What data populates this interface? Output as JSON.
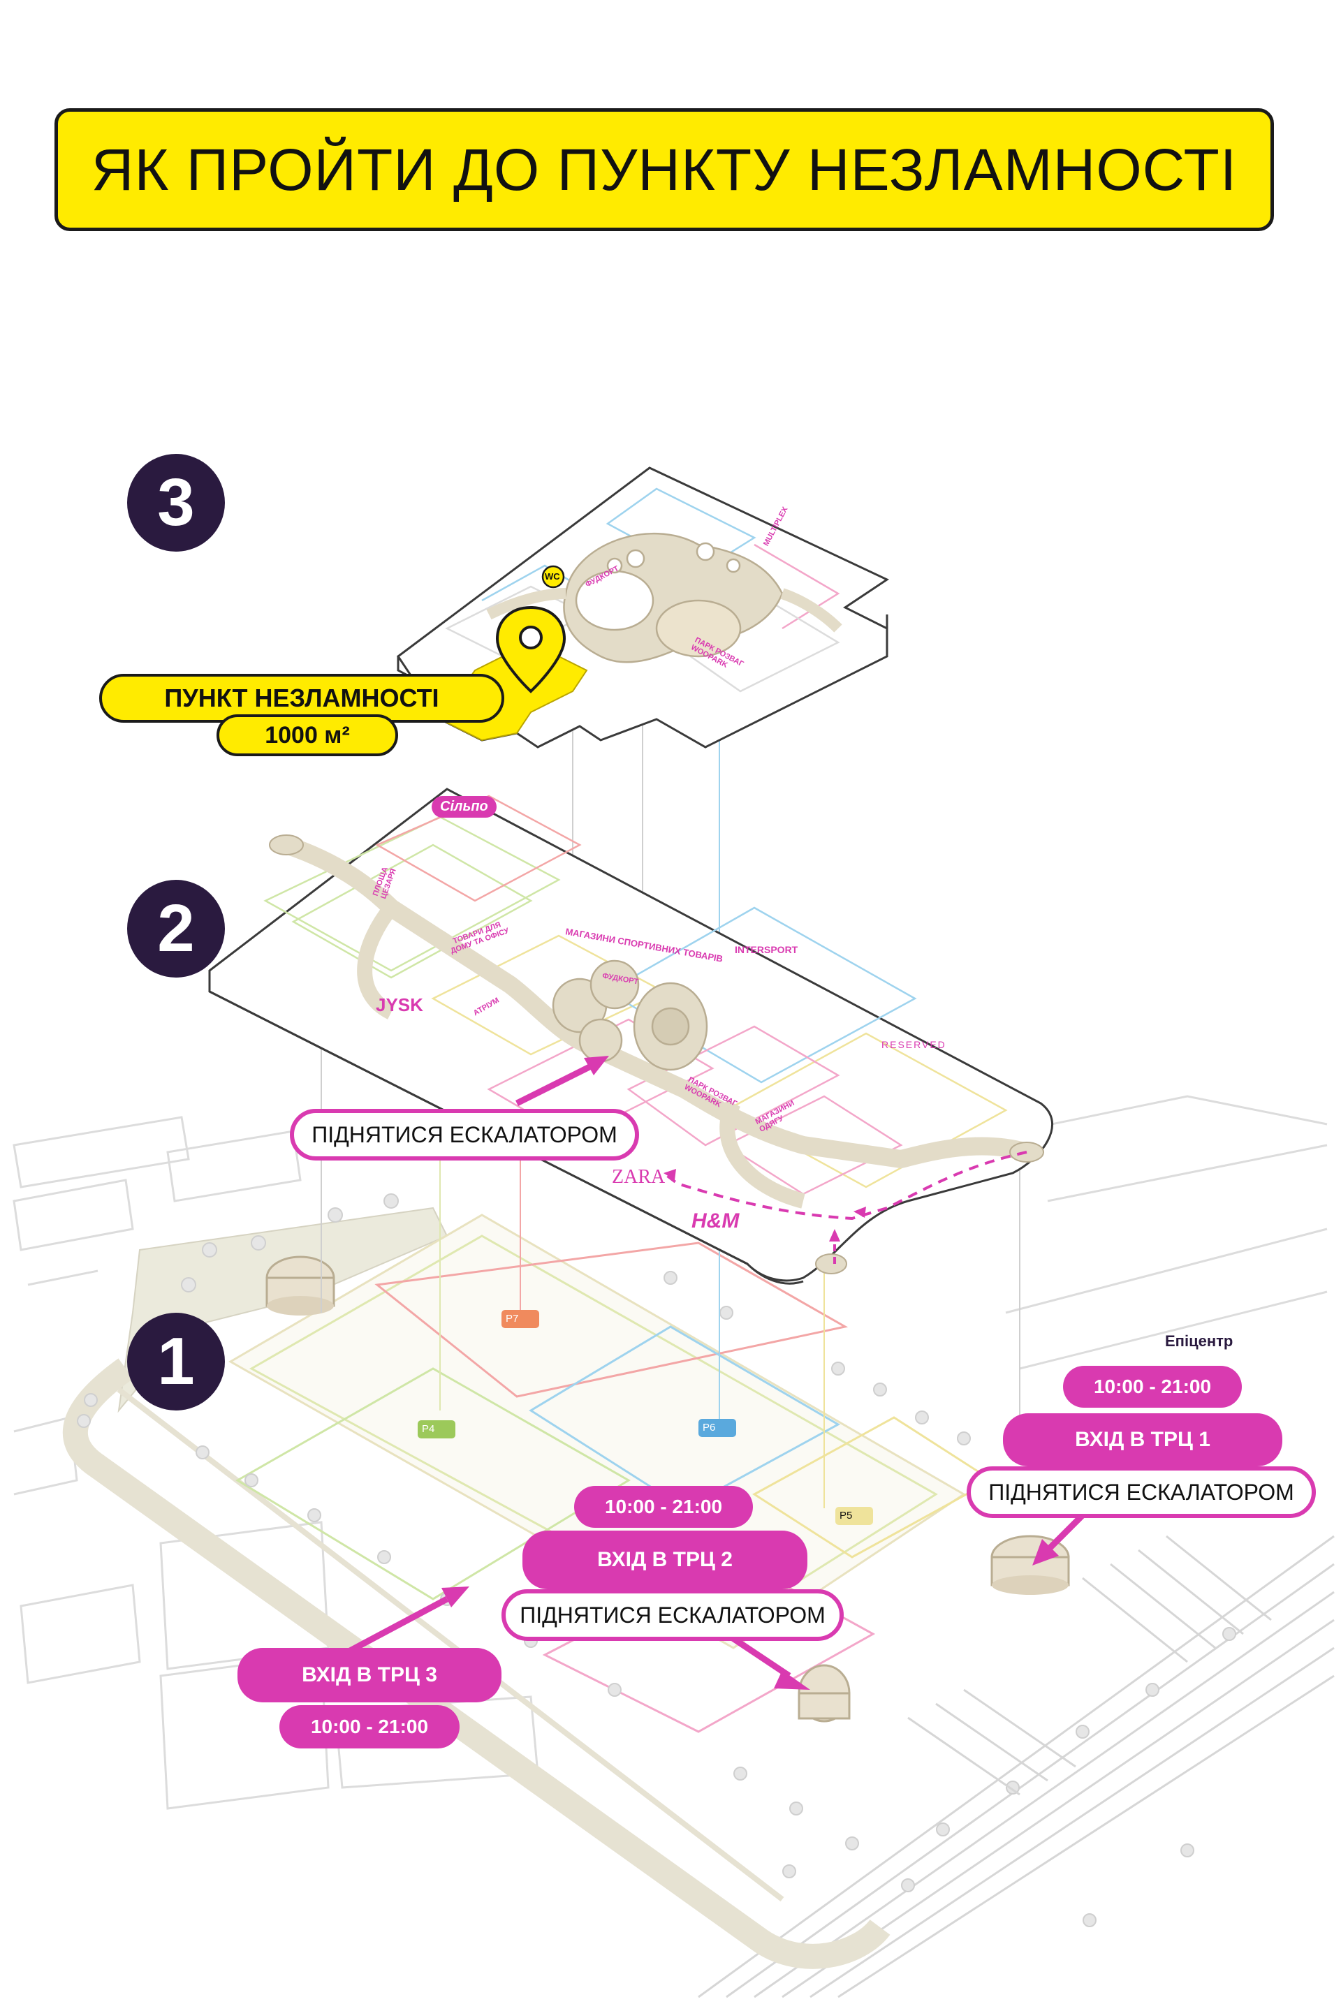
{
  "title": "ЯК ПРОЙТИ ДО ПУНКТУ НЕЗЛАМНОСТІ",
  "floors": {
    "f3": "3",
    "f2": "2",
    "f1": "1"
  },
  "point": {
    "name": "ПУНКТ НЕЗЛАМНОСТІ",
    "area": "1000 м²",
    "wc": "WC"
  },
  "floor3_labels": {
    "food": "ФУДКОРТ",
    "park": "ПАРК РОЗВАГ WOOPARK",
    "cinema": "MULTIPLEX"
  },
  "floor2_labels": {
    "silpo": "Сільпо",
    "jysk": "JYSK",
    "intersport": "INTERSPORT",
    "reserved": "RESERVED",
    "zara": "ZARA",
    "hm": "H&M",
    "sport": "МАГАЗИНИ СПОРТИВНИХ ТОВАРІВ",
    "food": "ФУДКОРТ",
    "home": "ТОВАРИ ДЛЯ ДОМУ ТА ОФІСУ",
    "square": "ПЛОЩА ЦЕЗАРЯ",
    "atrium": "АТРІУМ",
    "park": "ПАРК РОЗВАГ WOOPARK",
    "clothes": "МАГАЗИНИ ОДЯГУ"
  },
  "parking": {
    "p7": "P7",
    "p4": "P4",
    "p6": "P6",
    "p5": "P5"
  },
  "epicentr": "Епіцентр",
  "escalator_floor2": "ПІДНЯТИСЯ ЕСКАЛАТОРОМ",
  "entrances": [
    {
      "name": "ВХІД В ТРЦ 1",
      "hours": "10:00 - 21:00",
      "action": "ПІДНЯТИСЯ ЕСКАЛАТОРОМ"
    },
    {
      "name": "ВХІД В ТРЦ 2",
      "hours": "10:00 - 21:00",
      "action": "ПІДНЯТИСЯ ЕСКАЛАТОРОМ"
    },
    {
      "name": "ВХІД В ТРЦ 3",
      "hours": "10:00 - 21:00"
    }
  ],
  "colors": {
    "accent": "#d93ab0",
    "yellow": "#ffeb00",
    "badge": "#2a1a3f",
    "path": "#e3dcc8"
  }
}
